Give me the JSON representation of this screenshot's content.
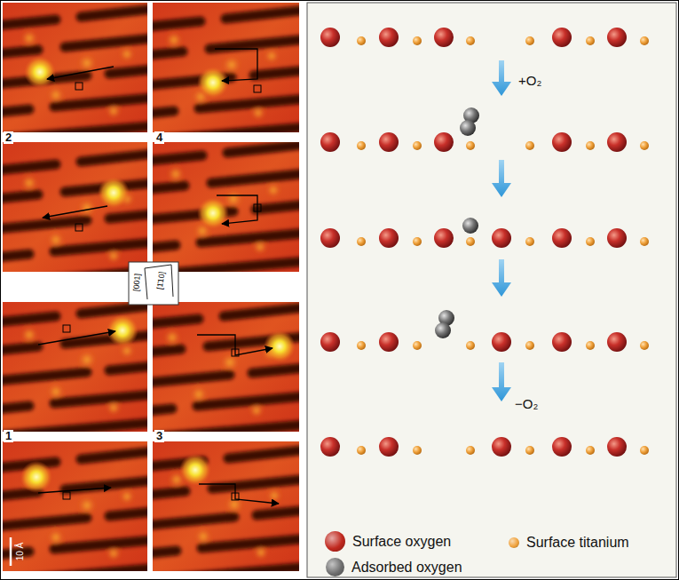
{
  "diagram": {
    "labels": [
      "2",
      "4",
      "[001]",
      "[1̄10]",
      "1",
      "3",
      "10 Å",
      "+O₂",
      "−O₂"
    ],
    "legend": [
      {
        "text": "Surface oxygen",
        "color": "#c0281e"
      },
      {
        "text": "Surface titanium",
        "color": "#f0a23c"
      },
      {
        "text": "Adsorbed oxygen",
        "color": "#6e6e6e"
      }
    ]
  }
}
